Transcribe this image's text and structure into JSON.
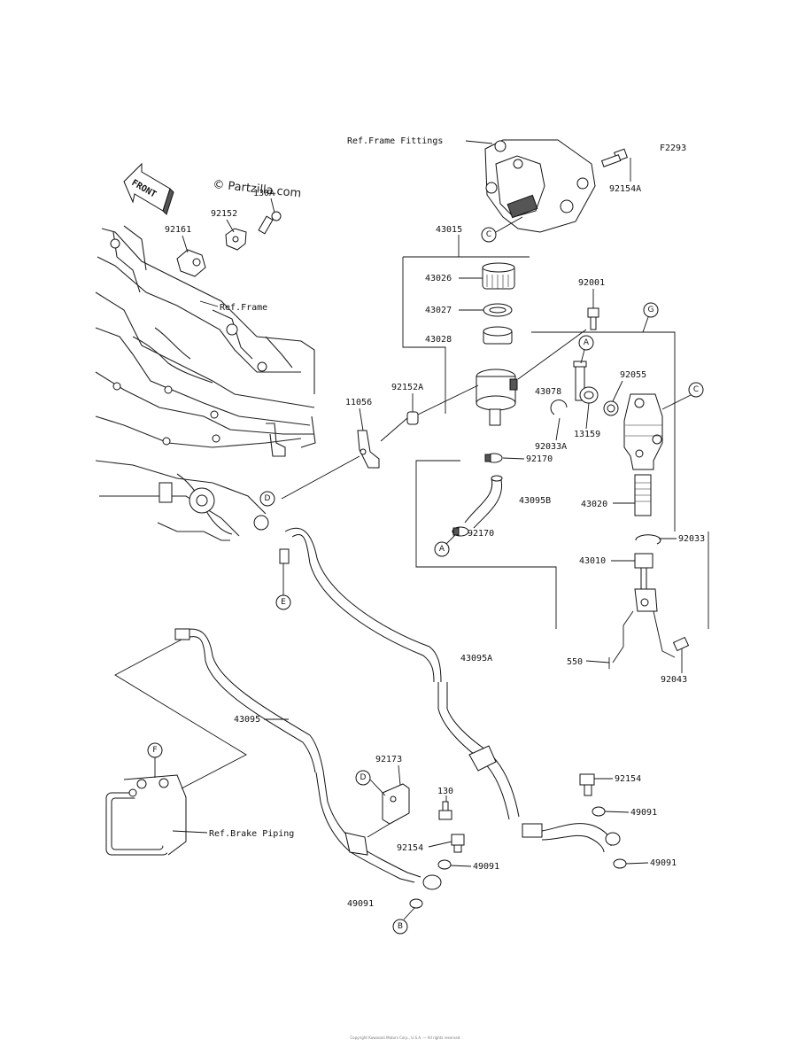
{
  "diagram_id": "F2293",
  "watermark": "© Partzilla.com",
  "front_label": "FRONT",
  "footer_text": "Copyright Kawasaki Motors Corp., U.S.A. — All rights reserved.",
  "ref_labels": {
    "frame_fittings": "Ref.Frame Fittings",
    "frame": "Ref.Frame",
    "brake_piping": "Ref.Brake Piping"
  },
  "parts": {
    "p92154A": "92154A",
    "p43015": "43015",
    "p92001": "92001",
    "p43026": "43026",
    "p43027": "43027",
    "p43028": "43028",
    "p92055": "92055",
    "p43078": "43078",
    "p92152A": "92152A",
    "p11056": "11056",
    "p13159": "13159",
    "p92033A": "92033A",
    "p92170a": "92170",
    "p43095B": "43095B",
    "p43020": "43020",
    "p92170b": "92170",
    "p92033": "92033",
    "p43010": "43010",
    "p43095A": "43095A",
    "p550": "550",
    "p92043": "92043",
    "p92161": "92161",
    "p92152": "92152",
    "p130a": "130A",
    "p43095": "43095",
    "p92173": "92173",
    "p130b": "130",
    "p92154a": "92154",
    "p92154b": "92154",
    "p49091a": "49091",
    "p49091b": "49091",
    "p49091c": "49091",
    "p49091d": "49091"
  },
  "callouts": {
    "a_top": "A",
    "a_bottom": "A",
    "b": "B",
    "c_top": "C",
    "c_right": "C",
    "d_left": "D",
    "d_bottom": "D",
    "e": "E",
    "f": "F",
    "g": "G"
  }
}
